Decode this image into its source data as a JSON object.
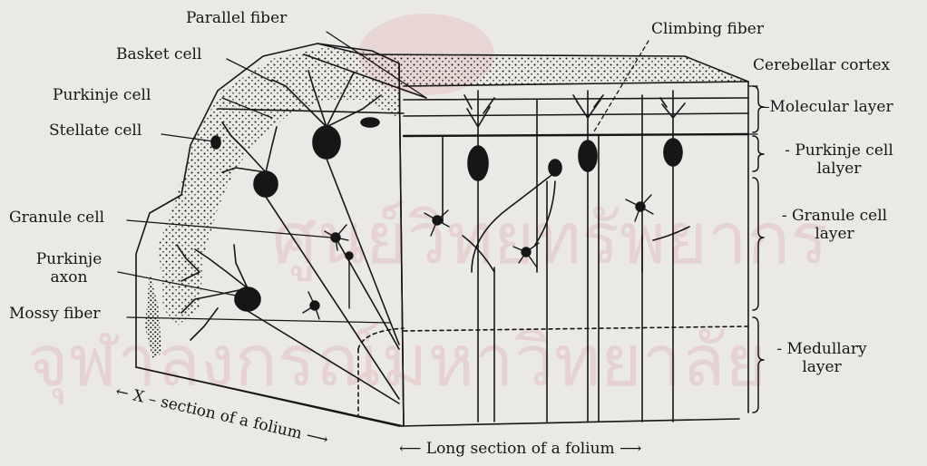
{
  "labels": {
    "parallel_fiber": "Parallel fiber",
    "basket_cell": "Basket cell",
    "purkinje_cell": "Purkinje cell",
    "stellate_cell": "Stellate cell",
    "granule_cell": "Granule cell",
    "purkinje_axon_1": "Purkinje",
    "purkinje_axon_2": "axon",
    "mossy_fiber": "Mossy fiber",
    "climbing_fiber": "Climbing fiber",
    "cerebellar_cortex": "Cerebellar cortex",
    "molecular_layer": "–Molecular layer",
    "purkinje_layer_1": "- Purkinje cell",
    "purkinje_layer_2": "lalyer",
    "granule_layer_1": "- Granule cell",
    "granule_layer_2": "layer",
    "medullary_layer_1": "- Medullary",
    "medullary_layer_2": "layer",
    "x_section": "← X – section of a folium ⟶",
    "long_section": "⟵ Long section of a folium ⟶"
  },
  "watermark": {
    "line1": "ศูนย์วิทยทรัพยากร",
    "line2": "จุฬาลงกรณ์มหาวิทยาลัย"
  },
  "colors": {
    "ink": "#161616",
    "paper": "#ebe9e6",
    "watermark": "#e2b8b8"
  }
}
